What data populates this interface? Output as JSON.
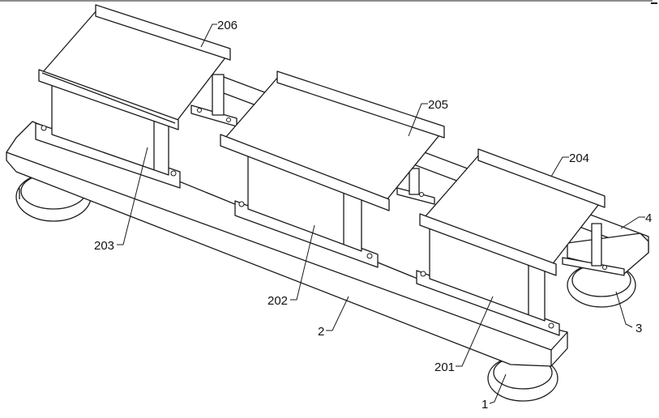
{
  "labels": {
    "l206": "206",
    "l205": "205",
    "l204": "204",
    "l203": "203",
    "l202": "202",
    "l201": "201",
    "l4": "4",
    "l3": "3",
    "l2": "2",
    "l1": "1"
  }
}
